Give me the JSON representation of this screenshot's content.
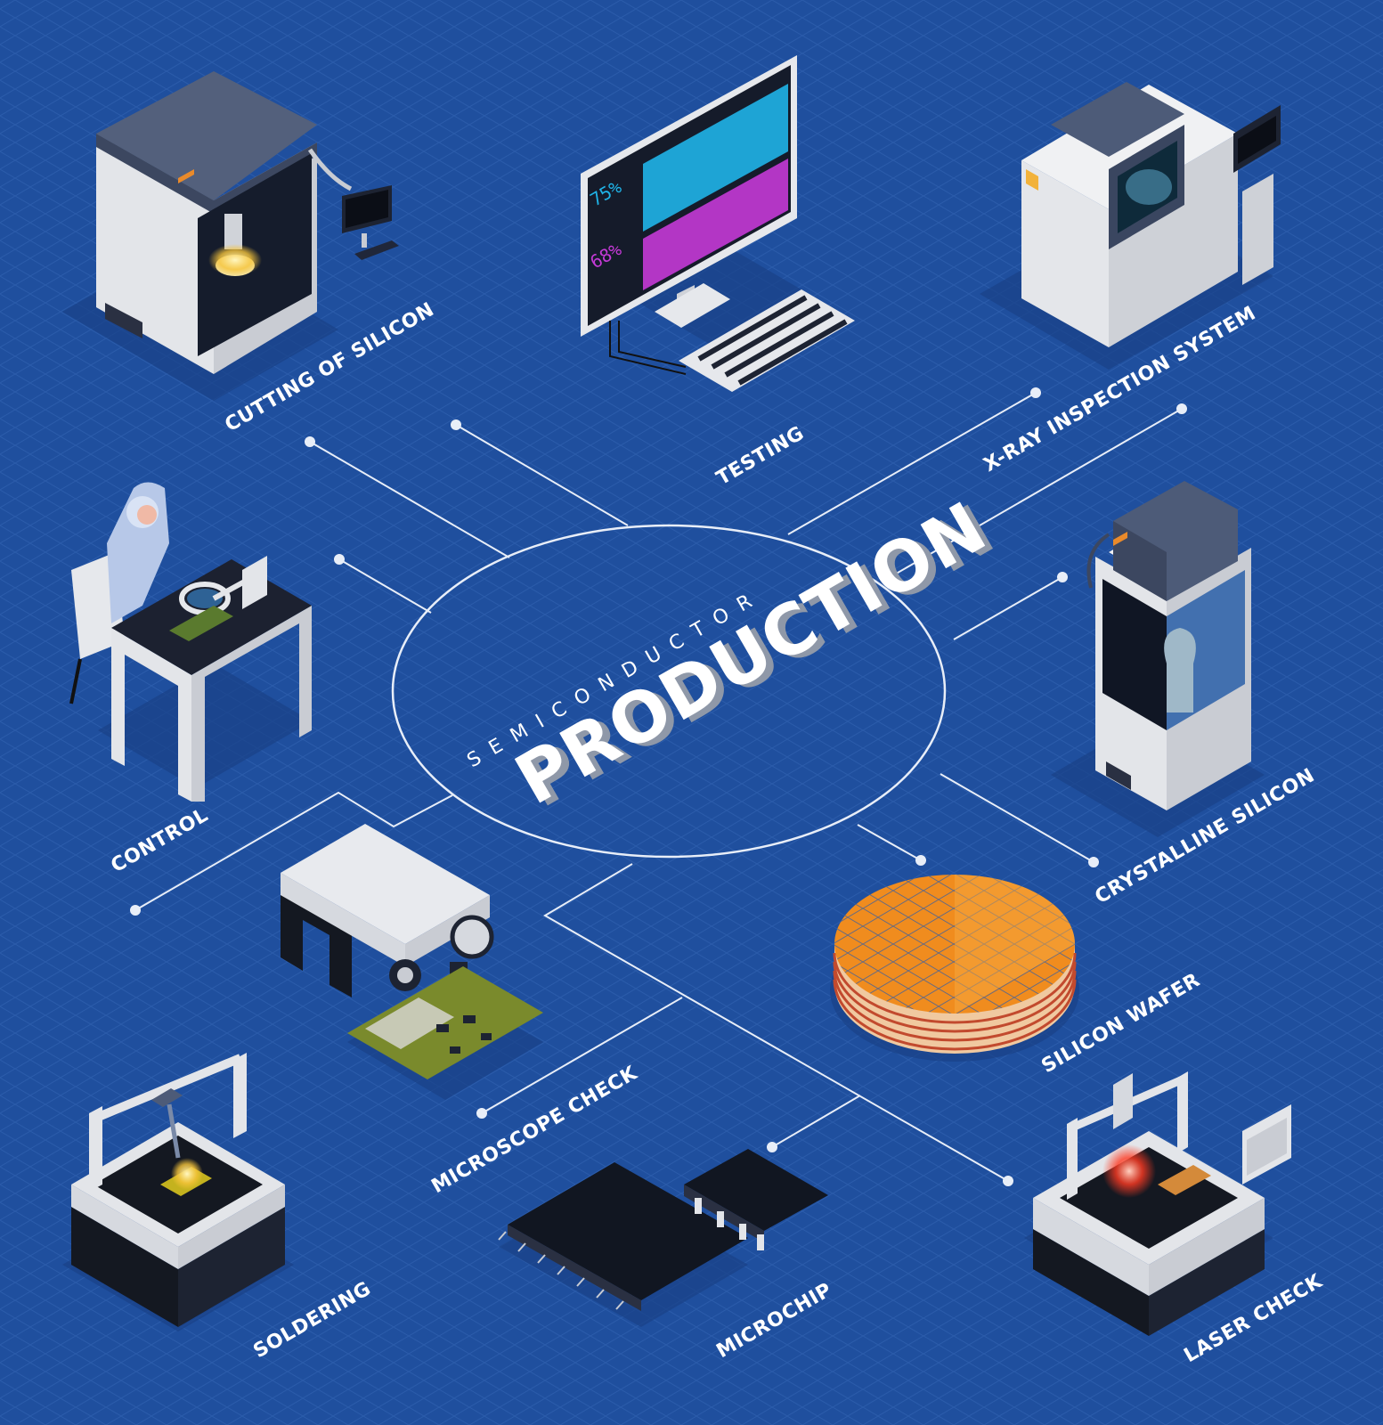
{
  "center": {
    "subtitle": "SEMICONDUCTOR",
    "title": "PRODUCTION"
  },
  "nodes": [
    {
      "id": "cutting",
      "label": "CUTTING OF SILICON"
    },
    {
      "id": "testing",
      "label": "TESTING"
    },
    {
      "id": "xray",
      "label": "X-RAY INSPECTION SYSTEM"
    },
    {
      "id": "control",
      "label": "CONTROL"
    },
    {
      "id": "crystalline",
      "label": "CRYSTALLINE SILICON"
    },
    {
      "id": "microscope",
      "label": "MICROSCOPE CHECK"
    },
    {
      "id": "wafer",
      "label": "SILICON WAFER"
    },
    {
      "id": "soldering",
      "label": "SOLDERING"
    },
    {
      "id": "microchip",
      "label": "MICROCHIP"
    },
    {
      "id": "laser",
      "label": "LASER CHECK"
    }
  ],
  "monitor": {
    "reading_1": "75%",
    "reading_2": "68%"
  },
  "colors": {
    "background": "#1f4f9e",
    "connector": "#e8eef8",
    "machine_light": "#e4e6ea",
    "machine_dark": "#4d5b78",
    "wafer": "#f08c1e",
    "screen_cyan": "#1fb4e8",
    "screen_magenta": "#c43ad6"
  }
}
